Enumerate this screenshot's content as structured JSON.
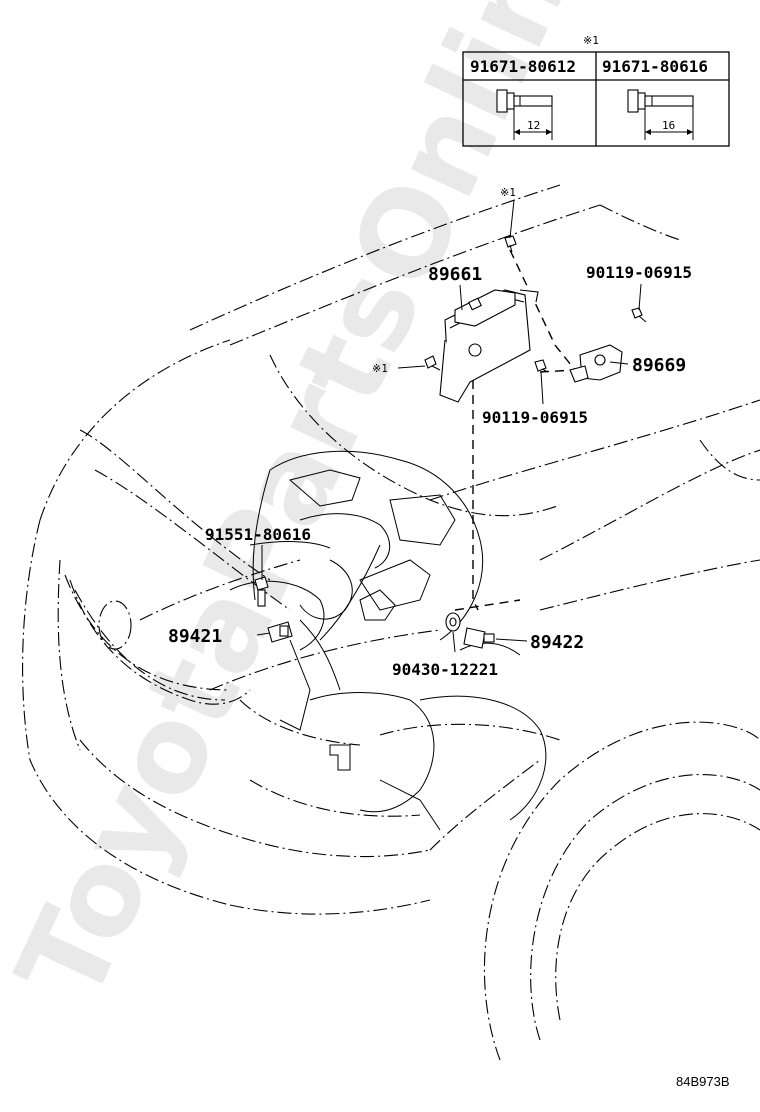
{
  "watermark": "ToyotaPartsOnline.ru",
  "footnote_mark": "※1",
  "bolt_table": {
    "headers": [
      "91671-80612",
      "91671-80616"
    ],
    "dims": [
      "12",
      "16"
    ]
  },
  "labels": {
    "ecu": "89661",
    "bracket": "89669",
    "bolt_upper": "90119-06915",
    "bolt_lower": "90119-06915",
    "knock_bolt": "91551-80616",
    "knock_sensor_1": "89421",
    "knock_sensor_2": "89422",
    "gasket": "90430-12221",
    "callout_left": "※1",
    "callout_top": "※1"
  },
  "illustration_code": "84B973B"
}
